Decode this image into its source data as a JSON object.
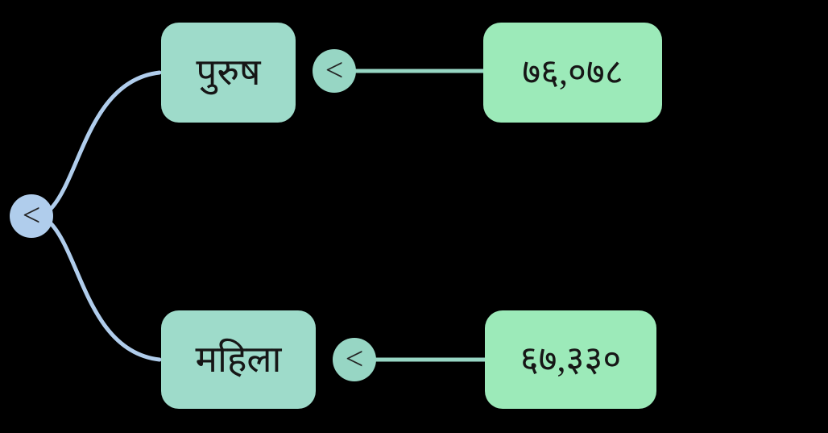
{
  "diagram": {
    "type": "mindmap",
    "root": {
      "toggle": "<"
    },
    "branches": [
      {
        "label": "पुरुष",
        "value": "७६,०७८",
        "toggle": "<"
      },
      {
        "label": "महिला",
        "value": "६७,३३०",
        "toggle": "<"
      }
    ],
    "colors": {
      "background": "#000000",
      "root_circle": "#b0cdec",
      "branch_curve": "#b0cdec",
      "label_box": "#9edbca",
      "toggle_circle": "#97d6c4",
      "value_box": "#9ceab9",
      "value_line": "#97d6c4",
      "text": "#161616"
    }
  }
}
